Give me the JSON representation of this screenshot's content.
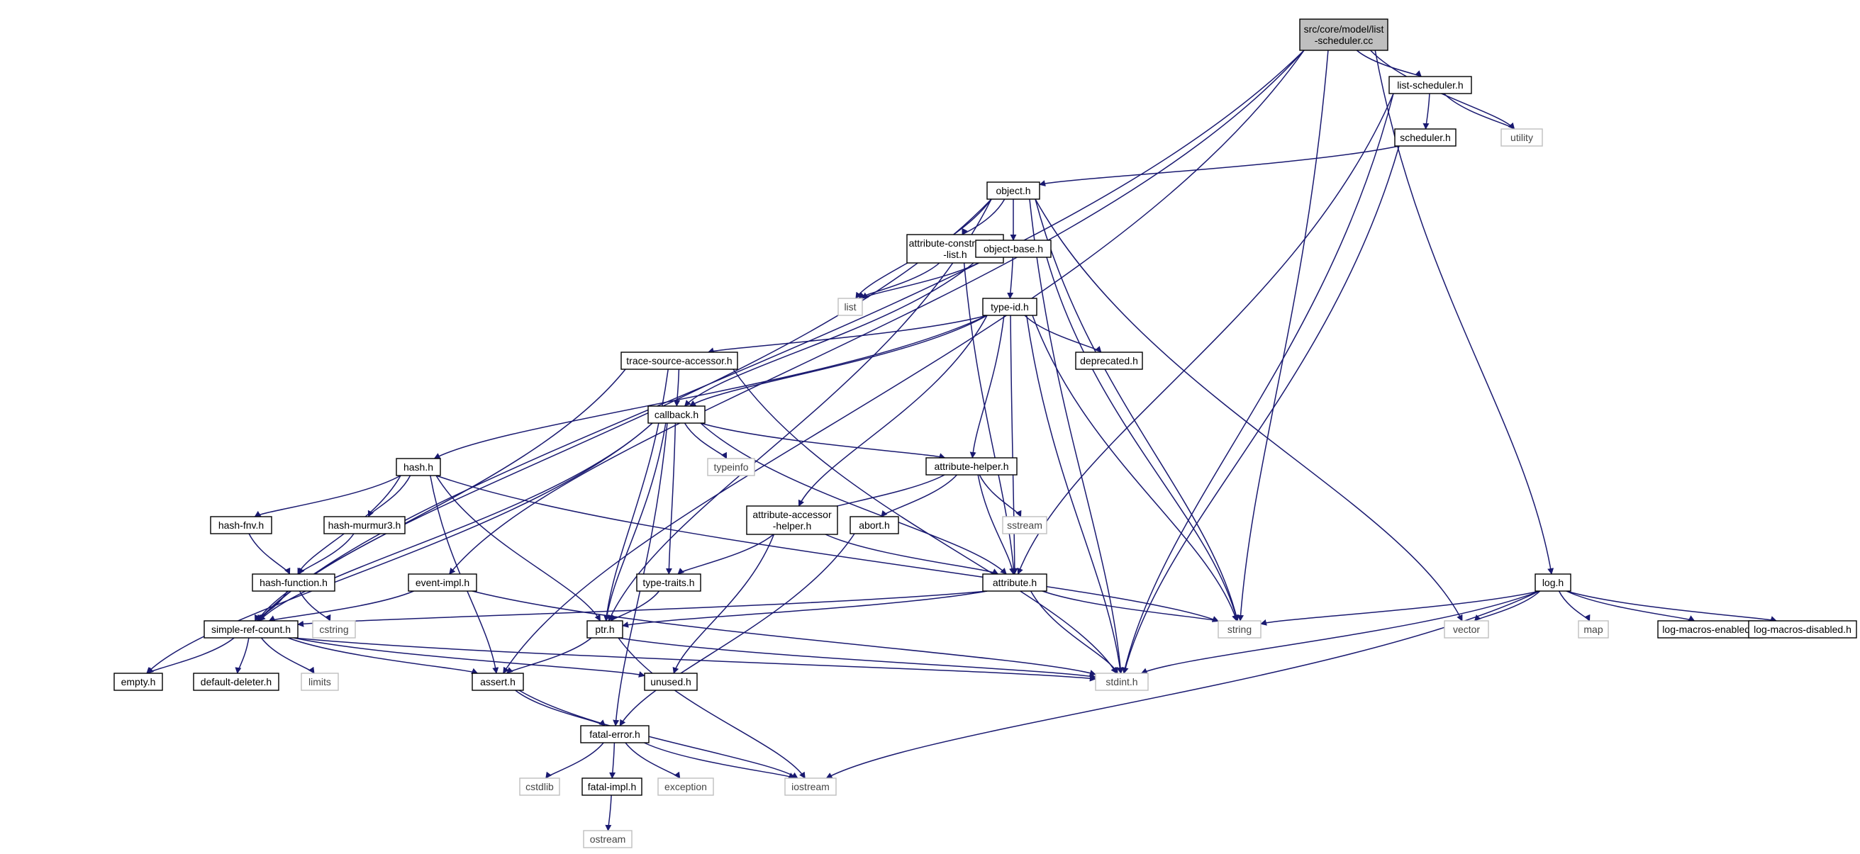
{
  "colors": {
    "edge": "#191970",
    "root_fill": "#bfbfbf",
    "root_border": "#000000",
    "node_fill": "#ffffff",
    "node_border": "#000000",
    "external_border": "#bfbfbf"
  },
  "nodes": [
    {
      "id": "root",
      "lines": [
        "src/core/model/list",
        "-scheduler.cc"
      ],
      "kind": "root"
    },
    {
      "id": "list-scheduler.h",
      "lines": [
        "list-scheduler.h"
      ],
      "kind": "header"
    },
    {
      "id": "utility",
      "lines": [
        "utility"
      ],
      "kind": "external"
    },
    {
      "id": "scheduler.h",
      "lines": [
        "scheduler.h"
      ],
      "kind": "header"
    },
    {
      "id": "object.h",
      "lines": [
        "object.h"
      ],
      "kind": "header"
    },
    {
      "id": "attribute-construction-list.h",
      "lines": [
        "attribute-construction",
        "-list.h"
      ],
      "kind": "header"
    },
    {
      "id": "object-base.h",
      "lines": [
        "object-base.h"
      ],
      "kind": "header"
    },
    {
      "id": "list",
      "lines": [
        "list"
      ],
      "kind": "external"
    },
    {
      "id": "type-id.h",
      "lines": [
        "type-id.h"
      ],
      "kind": "header"
    },
    {
      "id": "trace-source-accessor.h",
      "lines": [
        "trace-source-accessor.h"
      ],
      "kind": "header"
    },
    {
      "id": "deprecated.h",
      "lines": [
        "deprecated.h"
      ],
      "kind": "header"
    },
    {
      "id": "callback.h",
      "lines": [
        "callback.h"
      ],
      "kind": "header"
    },
    {
      "id": "typeinfo",
      "lines": [
        "typeinfo"
      ],
      "kind": "external"
    },
    {
      "id": "attribute-helper.h",
      "lines": [
        "attribute-helper.h"
      ],
      "kind": "header"
    },
    {
      "id": "hash.h",
      "lines": [
        "hash.h"
      ],
      "kind": "header"
    },
    {
      "id": "sstream",
      "lines": [
        "sstream"
      ],
      "kind": "external"
    },
    {
      "id": "hash-fnv.h",
      "lines": [
        "hash-fnv.h"
      ],
      "kind": "header"
    },
    {
      "id": "hash-murmur3.h",
      "lines": [
        "hash-murmur3.h"
      ],
      "kind": "header"
    },
    {
      "id": "attribute-accessor-helper.h",
      "lines": [
        "attribute-accessor",
        "-helper.h"
      ],
      "kind": "header"
    },
    {
      "id": "abort.h",
      "lines": [
        "abort.h"
      ],
      "kind": "header"
    },
    {
      "id": "hash-function.h",
      "lines": [
        "hash-function.h"
      ],
      "kind": "header"
    },
    {
      "id": "event-impl.h",
      "lines": [
        "event-impl.h"
      ],
      "kind": "header"
    },
    {
      "id": "type-traits.h",
      "lines": [
        "type-traits.h"
      ],
      "kind": "header"
    },
    {
      "id": "attribute.h",
      "lines": [
        "attribute.h"
      ],
      "kind": "header"
    },
    {
      "id": "log.h",
      "lines": [
        "log.h"
      ],
      "kind": "header"
    },
    {
      "id": "simple-ref-count.h",
      "lines": [
        "simple-ref-count.h"
      ],
      "kind": "header"
    },
    {
      "id": "cstring",
      "lines": [
        "cstring"
      ],
      "kind": "external"
    },
    {
      "id": "ptr.h",
      "lines": [
        "ptr.h"
      ],
      "kind": "header"
    },
    {
      "id": "string",
      "lines": [
        "string"
      ],
      "kind": "external"
    },
    {
      "id": "vector",
      "lines": [
        "vector"
      ],
      "kind": "external"
    },
    {
      "id": "map",
      "lines": [
        "map"
      ],
      "kind": "external"
    },
    {
      "id": "log-macros-enabled.h",
      "lines": [
        "log-macros-enabled.h"
      ],
      "kind": "header"
    },
    {
      "id": "log-macros-disabled.h",
      "lines": [
        "log-macros-disabled.h"
      ],
      "kind": "header"
    },
    {
      "id": "empty.h",
      "lines": [
        "empty.h"
      ],
      "kind": "header"
    },
    {
      "id": "default-deleter.h",
      "lines": [
        "default-deleter.h"
      ],
      "kind": "header"
    },
    {
      "id": "limits",
      "lines": [
        "limits"
      ],
      "kind": "external"
    },
    {
      "id": "assert.h",
      "lines": [
        "assert.h"
      ],
      "kind": "header"
    },
    {
      "id": "unused.h",
      "lines": [
        "unused.h"
      ],
      "kind": "header"
    },
    {
      "id": "stdint.h",
      "lines": [
        "stdint.h"
      ],
      "kind": "external"
    },
    {
      "id": "fatal-error.h",
      "lines": [
        "fatal-error.h"
      ],
      "kind": "header"
    },
    {
      "id": "cstdlib",
      "lines": [
        "cstdlib"
      ],
      "kind": "external"
    },
    {
      "id": "fatal-impl.h",
      "lines": [
        "fatal-impl.h"
      ],
      "kind": "header"
    },
    {
      "id": "exception",
      "lines": [
        "exception"
      ],
      "kind": "external"
    },
    {
      "id": "iostream",
      "lines": [
        "iostream"
      ],
      "kind": "external"
    },
    {
      "id": "ostream",
      "lines": [
        "ostream"
      ],
      "kind": "external"
    }
  ],
  "edges": [
    [
      "root",
      "list-scheduler.h"
    ],
    [
      "root",
      "utility"
    ],
    [
      "root",
      "log.h"
    ],
    [
      "root",
      "string"
    ],
    [
      "root",
      "event-impl.h"
    ],
    [
      "root",
      "assert.h"
    ],
    [
      "root",
      "simple-ref-count.h"
    ],
    [
      "list-scheduler.h",
      "scheduler.h"
    ],
    [
      "list-scheduler.h",
      "utility"
    ],
    [
      "list-scheduler.h",
      "stdint.h"
    ],
    [
      "list-scheduler.h",
      "attribute.h"
    ],
    [
      "scheduler.h",
      "object.h"
    ],
    [
      "scheduler.h",
      "stdint.h"
    ],
    [
      "object.h",
      "attribute-construction-list.h"
    ],
    [
      "object.h",
      "object-base.h"
    ],
    [
      "object.h",
      "list"
    ],
    [
      "object.h",
      "ptr.h"
    ],
    [
      "object.h",
      "simple-ref-count.h"
    ],
    [
      "object.h",
      "string"
    ],
    [
      "object.h",
      "vector"
    ],
    [
      "object.h",
      "stdint.h"
    ],
    [
      "attribute-construction-list.h",
      "list"
    ],
    [
      "attribute-construction-list.h",
      "attribute.h"
    ],
    [
      "object-base.h",
      "type-id.h"
    ],
    [
      "object-base.h",
      "list"
    ],
    [
      "object-base.h",
      "string"
    ],
    [
      "object-base.h",
      "callback.h"
    ],
    [
      "type-id.h",
      "trace-source-accessor.h"
    ],
    [
      "type-id.h",
      "deprecated.h"
    ],
    [
      "type-id.h",
      "callback.h"
    ],
    [
      "type-id.h",
      "attribute-helper.h"
    ],
    [
      "type-id.h",
      "hash.h"
    ],
    [
      "type-id.h",
      "attribute-accessor-helper.h"
    ],
    [
      "type-id.h",
      "attribute.h"
    ],
    [
      "type-id.h",
      "string"
    ],
    [
      "type-id.h",
      "stdint.h"
    ],
    [
      "trace-source-accessor.h",
      "callback.h"
    ],
    [
      "trace-source-accessor.h",
      "ptr.h"
    ],
    [
      "trace-source-accessor.h",
      "simple-ref-count.h"
    ],
    [
      "trace-source-accessor.h",
      "stdint.h"
    ],
    [
      "callback.h",
      "typeinfo"
    ],
    [
      "callback.h",
      "attribute-helper.h"
    ],
    [
      "callback.h",
      "type-traits.h"
    ],
    [
      "callback.h",
      "ptr.h"
    ],
    [
      "callback.h",
      "simple-ref-count.h"
    ],
    [
      "callback.h",
      "empty.h"
    ],
    [
      "callback.h",
      "fatal-error.h"
    ],
    [
      "callback.h",
      "attribute.h"
    ],
    [
      "attribute-helper.h",
      "sstream"
    ],
    [
      "attribute-helper.h",
      "abort.h"
    ],
    [
      "attribute-helper.h",
      "attribute-accessor-helper.h"
    ],
    [
      "attribute-helper.h",
      "attribute.h"
    ],
    [
      "hash.h",
      "hash-fnv.h"
    ],
    [
      "hash.h",
      "hash-murmur3.h"
    ],
    [
      "hash.h",
      "hash-function.h"
    ],
    [
      "hash.h",
      "ptr.h"
    ],
    [
      "hash.h",
      "assert.h"
    ],
    [
      "hash.h",
      "string"
    ],
    [
      "hash-fnv.h",
      "hash-function.h"
    ],
    [
      "hash-murmur3.h",
      "hash-function.h"
    ],
    [
      "attribute-accessor-helper.h",
      "type-traits.h"
    ],
    [
      "attribute-accessor-helper.h",
      "attribute.h"
    ],
    [
      "attribute-accessor-helper.h",
      "unused.h"
    ],
    [
      "abort.h",
      "fatal-error.h"
    ],
    [
      "hash-function.h",
      "simple-ref-count.h"
    ],
    [
      "hash-function.h",
      "cstring"
    ],
    [
      "event-impl.h",
      "simple-ref-count.h"
    ],
    [
      "event-impl.h",
      "stdint.h"
    ],
    [
      "type-traits.h",
      "ptr.h"
    ],
    [
      "attribute.h",
      "ptr.h"
    ],
    [
      "attribute.h",
      "simple-ref-count.h"
    ],
    [
      "attribute.h",
      "string"
    ],
    [
      "attribute.h",
      "stdint.h"
    ],
    [
      "log.h",
      "string"
    ],
    [
      "log.h",
      "vector"
    ],
    [
      "log.h",
      "map"
    ],
    [
      "log.h",
      "log-macros-enabled.h"
    ],
    [
      "log.h",
      "log-macros-disabled.h"
    ],
    [
      "log.h",
      "stdint.h"
    ],
    [
      "log.h",
      "iostream"
    ],
    [
      "simple-ref-count.h",
      "empty.h"
    ],
    [
      "simple-ref-count.h",
      "default-deleter.h"
    ],
    [
      "simple-ref-count.h",
      "limits"
    ],
    [
      "simple-ref-count.h",
      "assert.h"
    ],
    [
      "simple-ref-count.h",
      "unused.h"
    ],
    [
      "simple-ref-count.h",
      "stdint.h"
    ],
    [
      "ptr.h",
      "assert.h"
    ],
    [
      "ptr.h",
      "iostream"
    ],
    [
      "ptr.h",
      "stdint.h"
    ],
    [
      "assert.h",
      "fatal-error.h"
    ],
    [
      "assert.h",
      "iostream"
    ],
    [
      "fatal-error.h",
      "cstdlib"
    ],
    [
      "fatal-error.h",
      "fatal-impl.h"
    ],
    [
      "fatal-error.h",
      "exception"
    ],
    [
      "fatal-error.h",
      "iostream"
    ],
    [
      "fatal-impl.h",
      "ostream"
    ]
  ]
}
